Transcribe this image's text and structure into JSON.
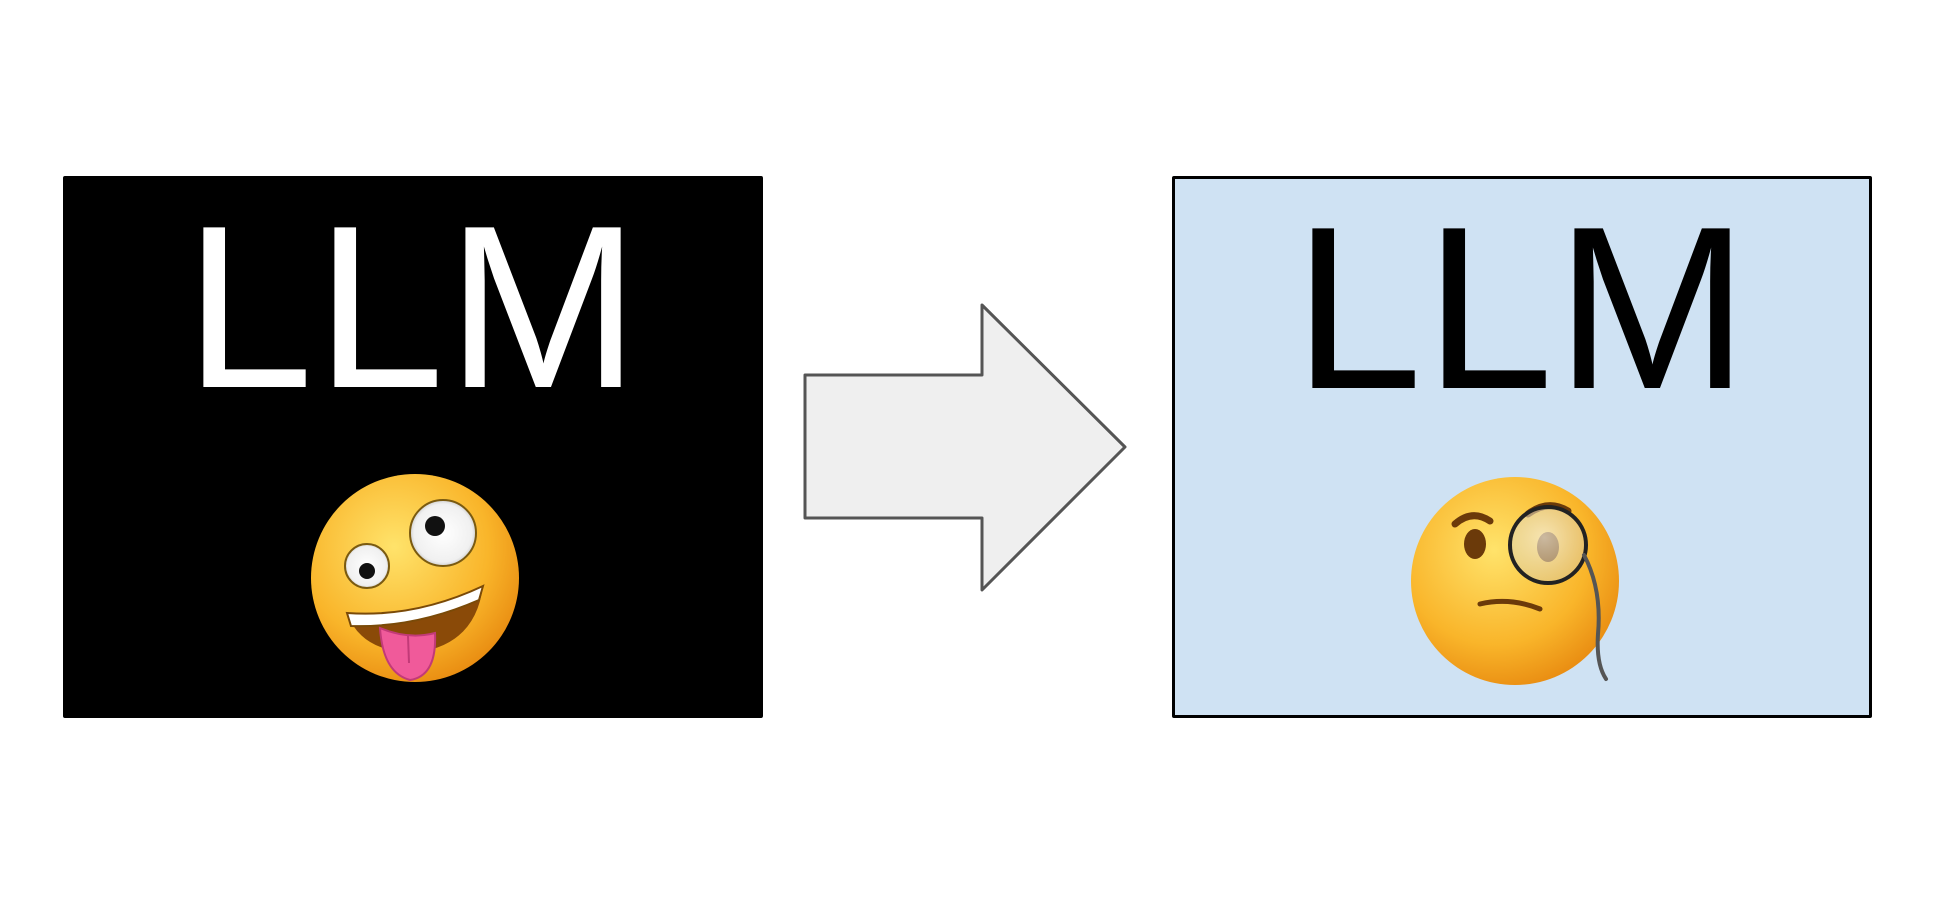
{
  "left_panel": {
    "label": "LLM",
    "background": "#000000",
    "text_color": "#ffffff",
    "emoji_icon": "zany-face-icon"
  },
  "arrow": {
    "direction": "right",
    "fill": "#efefef",
    "stroke": "#555555"
  },
  "right_panel": {
    "label": "LLM",
    "background": "#cfe2f3",
    "text_color": "#000000",
    "emoji_icon": "face-with-monocle-icon"
  }
}
